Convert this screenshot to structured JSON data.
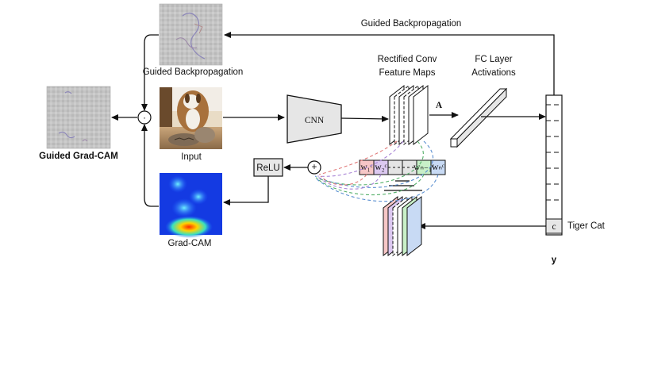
{
  "labels": {
    "guided_backprop_top": "Guided Backpropagation",
    "guided_backprop_image": "Guided Backpropagation",
    "guided_gradcam": "Guided Grad-CAM",
    "input": "Input",
    "gradcam": "Grad-CAM",
    "cnn": "CNN",
    "rectified_conv_line1": "Rectified Conv",
    "rectified_conv_line2": "Feature Maps",
    "fc_layer_line1": "FC Layer",
    "fc_layer_line2": "Activations",
    "A": "A",
    "relu": "ReLU",
    "tiger_cat": "Tiger Cat",
    "class_c": "c",
    "y": "y",
    "dot_op": "·",
    "plus_op": "+"
  },
  "weights": [
    {
      "text": "w₁ᶜ",
      "color": "#f6c6c6"
    },
    {
      "text": "w₂ᶜ",
      "color": "#dcc8f0"
    },
    {
      "text": "",
      "color": "#e4e4e4"
    },
    {
      "text": "",
      "color": "#e4e4e4"
    },
    {
      "text": "wₙ₋₁ᶜ",
      "color": "#c8f0c8"
    },
    {
      "text": "wₙᶜ",
      "color": "#c8daf4"
    }
  ],
  "colors": {
    "dash_red": "#e07a7a",
    "dash_purple": "#a985d6",
    "dash_green": "#55b06a",
    "dash_blue": "#5a8fd0",
    "grid_gray": "#bdbdbd",
    "box_gray": "#e8e8e8"
  }
}
